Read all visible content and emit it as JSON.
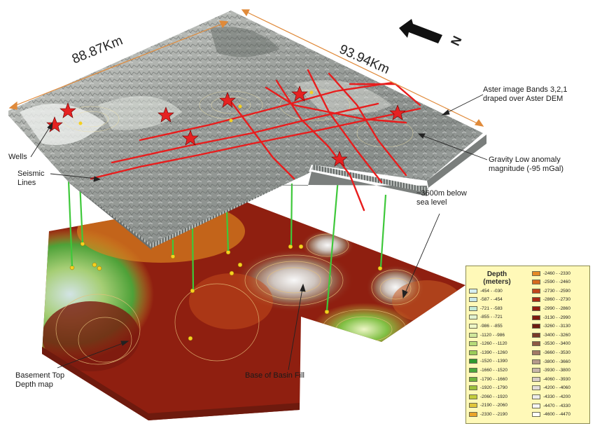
{
  "labels": {
    "dim_width": "88.87Km",
    "dim_length": "93.94Km",
    "north": "N",
    "aster": [
      "Aster image Bands 3,2,1",
      "draped over Aster DEM"
    ],
    "gravity": [
      "Gravity Low anomaly",
      "magnitude (-95 mGal)"
    ],
    "depth_note": [
      "~3600m below",
      "sea level"
    ],
    "wells": "Wells",
    "seismic": [
      "Seismic",
      "Lines"
    ],
    "basement": [
      "Basement Top",
      "Depth map"
    ],
    "basin": "Base of Basin Fill"
  },
  "legend": {
    "title": [
      "Depth",
      "(meters)"
    ],
    "left": [
      {
        "text": "-454 - -030",
        "color": "#d6eef0"
      },
      {
        "text": "-587 - -454",
        "color": "#c9e8ea"
      },
      {
        "text": "-721 - -583",
        "color": "#c2ead8"
      },
      {
        "text": "-855 - -721",
        "color": "#e2f3cf"
      },
      {
        "text": "-986 - -855",
        "color": "#eef6c6"
      },
      {
        "text": "-1120 - -986",
        "color": "#cfe79b"
      },
      {
        "text": "-1260 - -1120",
        "color": "#b6db79"
      },
      {
        "text": "-1390 - -1260",
        "color": "#9ccc58"
      },
      {
        "text": "-1520 - -1390",
        "color": "#2f9a2e"
      },
      {
        "text": "-1660 - -1520",
        "color": "#4aa83a"
      },
      {
        "text": "-1790 - -1660",
        "color": "#6fb43c"
      },
      {
        "text": "-1920 - -1790",
        "color": "#9cc23a"
      },
      {
        "text": "-2060 - -1920",
        "color": "#c3cc3a"
      },
      {
        "text": "-2190 - -2060",
        "color": "#e2c63a"
      },
      {
        "text": "-2330 - -2190",
        "color": "#eca52a"
      }
    ],
    "right": [
      {
        "text": "-2460 - -2330",
        "color": "#e58a26"
      },
      {
        "text": "-2590 - -2460",
        "color": "#d66a1f"
      },
      {
        "text": "-2730 - -2590",
        "color": "#c2451a"
      },
      {
        "text": "-2860 - -2730",
        "color": "#a82a14"
      },
      {
        "text": "-2990 - -2860",
        "color": "#931c10"
      },
      {
        "text": "-3130 - -2990",
        "color": "#7f1a0f"
      },
      {
        "text": "-3260 - -3130",
        "color": "#6e1c10"
      },
      {
        "text": "-3400 - -3260",
        "color": "#7a3a26"
      },
      {
        "text": "-3530 - -3400",
        "color": "#8e5a44"
      },
      {
        "text": "-3660 - -3530",
        "color": "#a27a66"
      },
      {
        "text": "-3800 - -3660",
        "color": "#b69a8c"
      },
      {
        "text": "-3930 - -3800",
        "color": "#c8b6ac"
      },
      {
        "text": "-4060 - -3930",
        "color": "#d7ccc6"
      },
      {
        "text": "-4200 - -4060",
        "color": "#e2dcd8"
      },
      {
        "text": "-4330 - -4200",
        "color": "#ecebea"
      },
      {
        "text": "-4470 - -4330",
        "color": "#f4f4f4"
      },
      {
        "text": "-4600 - -4470",
        "color": "#fdfdfd"
      }
    ]
  }
}
